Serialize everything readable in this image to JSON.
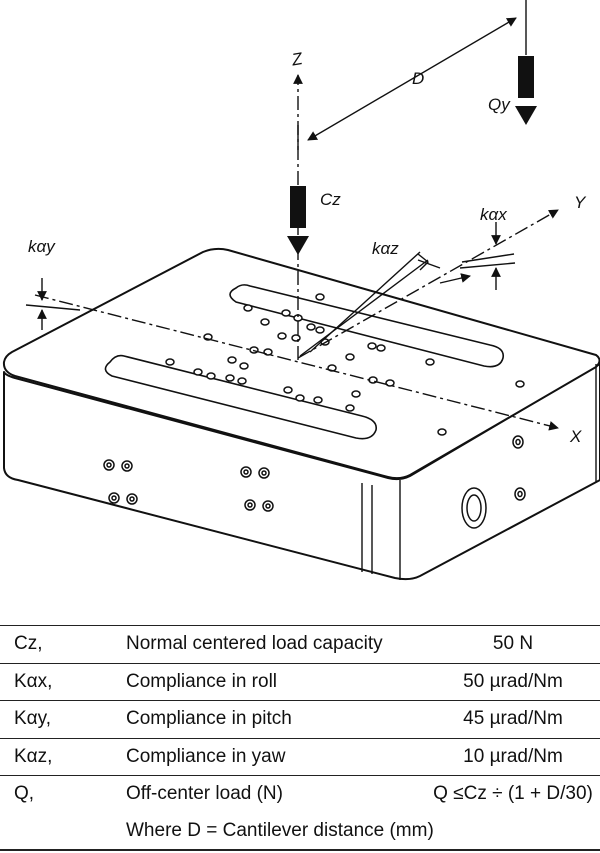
{
  "figure": {
    "labels": {
      "z": "Z",
      "x": "X",
      "y": "Y",
      "d": "D",
      "cz": "Cz",
      "qy": "Qy",
      "kax": "kαx",
      "kay": "kαy",
      "kaz": "kαz"
    }
  },
  "specs": {
    "rows": [
      {
        "symbol": "Cz,",
        "description": "Normal centered load capacity",
        "value": "50 N"
      },
      {
        "symbol": "Kαx,",
        "description": "Compliance in roll",
        "value": "50 µrad/Nm"
      },
      {
        "symbol": "Kαy,",
        "description": "Compliance in pitch",
        "value": "45 µrad/Nm"
      },
      {
        "symbol": "Kαz,",
        "description": "Compliance in yaw",
        "value": "10 µrad/Nm"
      },
      {
        "symbol": "Q,",
        "description": "Off-center load (N)",
        "value": "Q ≤Cz ÷ (1 + D/30)"
      }
    ],
    "note": "Where D = Cantilever distance (mm)"
  }
}
